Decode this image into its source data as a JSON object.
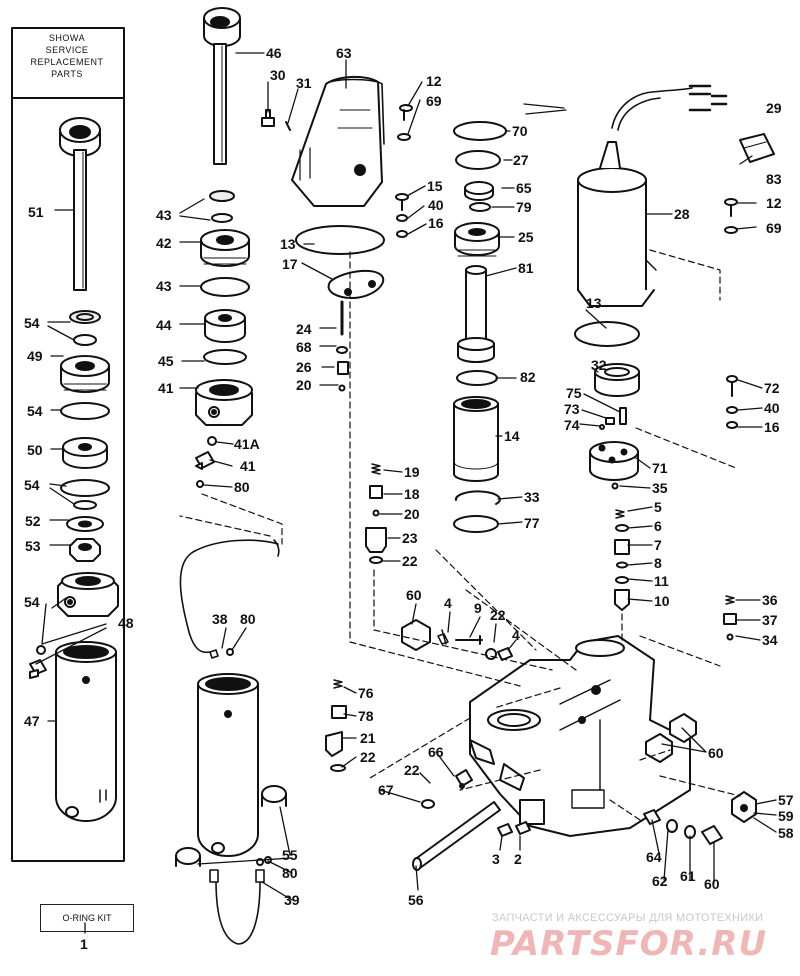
{
  "box_title": [
    "SHOWA",
    "SERVICE",
    "REPLACEMENT",
    "PARTS"
  ],
  "oring_kit_label": "O-RING KIT",
  "watermark": {
    "caption": "ЗАПЧАСТИ И АКСЕССУАРЫ ДЛЯ МОТОТЕХНИКИ",
    "logo": "PARTSFOR.RU"
  },
  "callouts": {
    "c1": "1",
    "c2": "2",
    "c3": "3",
    "c4a": "4",
    "c4b": "4",
    "c5": "5",
    "c6": "6",
    "c7": "7",
    "c8": "8",
    "c9": "9",
    "c10": "10",
    "c11": "11",
    "c12a": "12",
    "c12b": "12",
    "c13a": "13",
    "c13b": "13",
    "c14": "14",
    "c15": "15",
    "c16a": "16",
    "c16b": "16",
    "c17": "17",
    "c18": "18",
    "c19": "19",
    "c20a": "20",
    "c20b": "20",
    "c21": "21",
    "c22a": "22",
    "c22b": "22",
    "c22c": "22",
    "c22d": "22",
    "c23": "23",
    "c24": "24",
    "c25": "25",
    "c26": "26",
    "c27": "27",
    "c28": "28",
    "c29": "29",
    "c30": "30",
    "c31": "31",
    "c32": "32",
    "c33": "33",
    "c34": "34",
    "c35": "35",
    "c36": "36",
    "c37": "37",
    "c38": "38",
    "c39": "39",
    "c40a": "40",
    "c40b": "40",
    "c41": "41",
    "c41b": "41",
    "c41a": "41A",
    "c42": "42",
    "c43a": "43",
    "c43b": "43",
    "c44": "44",
    "c45": "45",
    "c46": "46",
    "c47": "47",
    "c48": "48",
    "c49": "49",
    "c50": "50",
    "c51": "51",
    "c52": "52",
    "c53": "53",
    "c54a": "54",
    "c54b": "54",
    "c54c": "54",
    "c54d": "54",
    "c55": "55",
    "c56": "56",
    "c57": "57",
    "c58": "58",
    "c59": "59",
    "c60a": "60",
    "c60b": "60",
    "c60c": "60",
    "c61": "61",
    "c62": "62",
    "c63": "63",
    "c64": "64",
    "c65": "65",
    "c66": "66",
    "c67": "67",
    "c68": "68",
    "c69a": "69",
    "c69b": "69",
    "c70": "70",
    "c71": "71",
    "c72": "72",
    "c73": "73",
    "c74": "74",
    "c75": "75",
    "c76": "76",
    "c77": "77",
    "c78": "78",
    "c79": "79",
    "c80a": "80",
    "c80b": "80",
    "c80c": "80",
    "c81": "81",
    "c82": "82",
    "c83": "83"
  }
}
